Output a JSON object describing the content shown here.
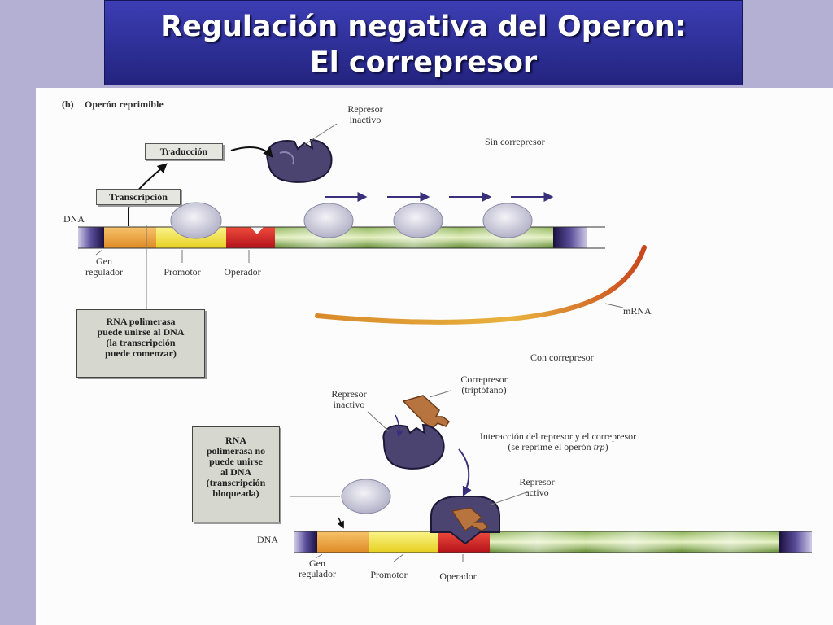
{
  "slide": {
    "title_line1": "Regulación negativa del Operon:",
    "title_line2": "El correpresor"
  },
  "figure": {
    "panel_letter": "(b)",
    "panel_title": "Operón reprimible",
    "dna": "DNA",
    "traduccion": "Traducción",
    "transcripcion": "Transcripción",
    "represor_inactivo_top": [
      "Represor",
      "inactivo"
    ],
    "sin_correpresor": "Sin correpresor",
    "gen_regulador": [
      "Gen",
      "regulador"
    ],
    "promotor": "Promotor",
    "operador": "Operador",
    "mrna": "mRNA",
    "rna_pol_box_top": [
      "RNA polimerasa",
      "puede unirse al DNA",
      "(la transcripción",
      "puede comenzar)"
    ],
    "con_correpresor": "Con correpresor",
    "correpresor": [
      "Correpresor",
      "(triptófano)"
    ],
    "represor_inactivo_bottom": [
      "Represor",
      "inactivo"
    ],
    "interaccion": [
      "Interacción del represor y el correpresor",
      "(se reprime el operón "
    ],
    "interaccion_italic": "trp",
    "interaccion_end": ")",
    "represor_activo": [
      "Represor",
      "activo"
    ],
    "rna_pol_box_bottom": [
      "RNA",
      "polimerasa no",
      "puede unirse",
      "al DNA",
      "(transcripción",
      "bloqueada)"
    ],
    "dna_bottom": "DNA",
    "gen_regulador_bottom": [
      "Gen",
      "regulador"
    ],
    "promotor_bottom": "Promotor",
    "operador_bottom": "Operador"
  },
  "colors": {
    "title_bg": "#2d2f9a",
    "slide_bg": "#b4b0d4",
    "gene_regulator": "#f1a43a",
    "promoter": "#f2e63a",
    "operator": "#d8242a",
    "structural_genes": "#6f9a36",
    "repressor": "#4b4470",
    "corepressor": "#b8743e",
    "mrna": "#e89a3a"
  }
}
